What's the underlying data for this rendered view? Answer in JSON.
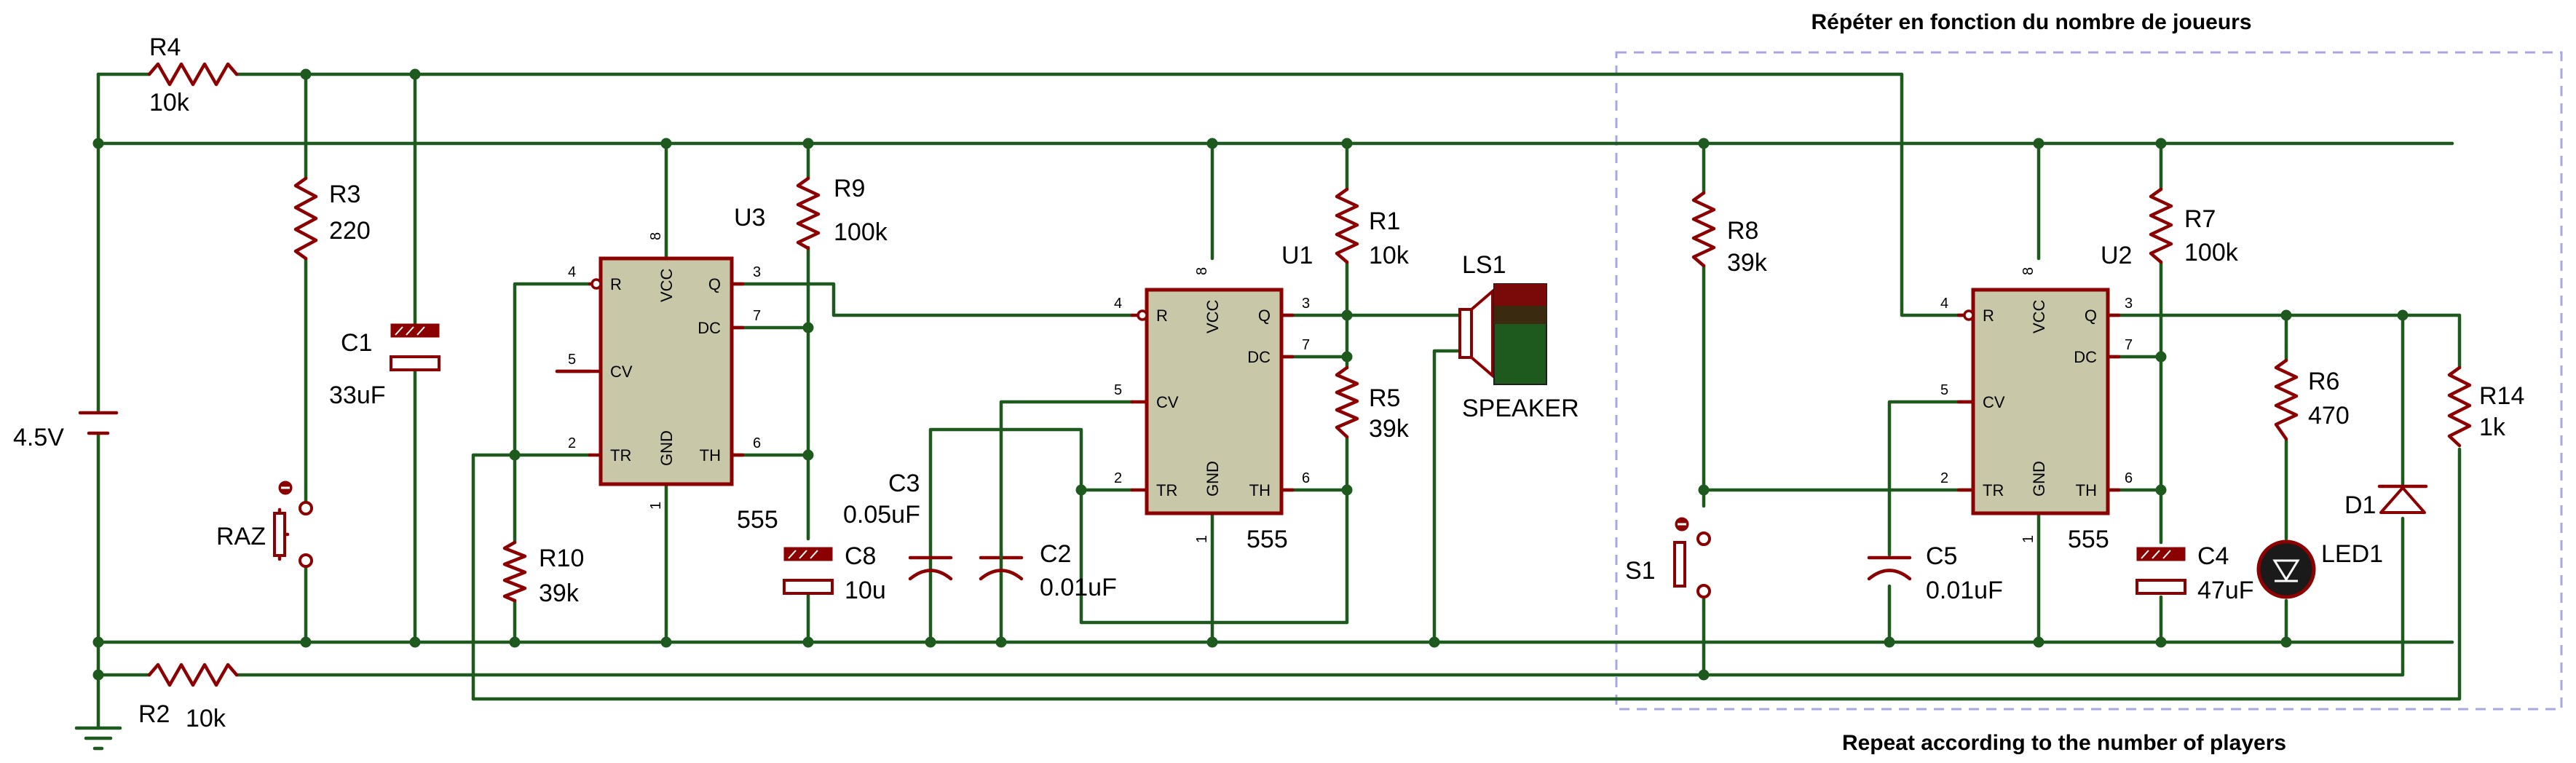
{
  "header": {
    "french": "Répéter en fonction du nombre de joueurs"
  },
  "footer": {
    "english": "Repeat according to the number of players"
  },
  "battery": {
    "value": "4.5V"
  },
  "resistors": {
    "r4": {
      "ref": "R4",
      "value": "10k"
    },
    "r3": {
      "ref": "R3",
      "value": "220"
    },
    "r2": {
      "ref": "R2",
      "value": "10k"
    },
    "r9": {
      "ref": "R9",
      "value": "100k"
    },
    "r10": {
      "ref": "R10",
      "value": "39k"
    },
    "r1": {
      "ref": "R1",
      "value": "10k"
    },
    "r5": {
      "ref": "R5",
      "value": "39k"
    },
    "r8": {
      "ref": "R8",
      "value": "39k"
    },
    "r7": {
      "ref": "R7",
      "value": "100k"
    },
    "r6": {
      "ref": "R6",
      "value": "470"
    },
    "r14": {
      "ref": "R14",
      "value": "1k"
    }
  },
  "capacitors": {
    "c1": {
      "ref": "C1",
      "value": "33uF"
    },
    "c8": {
      "ref": "C8",
      "value": "10u"
    },
    "c3": {
      "ref": "C3",
      "value": "0.05uF"
    },
    "c2": {
      "ref": "C2",
      "value": "0.01uF"
    },
    "c5": {
      "ref": "C5",
      "value": "0.01uF"
    },
    "c4": {
      "ref": "C4",
      "value": "47uF"
    }
  },
  "switches": {
    "raz": {
      "ref": "RAZ"
    },
    "s1": {
      "ref": "S1"
    }
  },
  "speaker": {
    "ref": "LS1",
    "label": "SPEAKER"
  },
  "led": {
    "ref": "LED1"
  },
  "diode": {
    "ref": "D1"
  },
  "timers": {
    "u3": {
      "ref": "U3",
      "part": "555"
    },
    "u1": {
      "ref": "U1",
      "part": "555"
    },
    "u2": {
      "ref": "U2",
      "part": "555"
    }
  },
  "pin_labels": {
    "r": "R",
    "vcc": "VCC",
    "q": "Q",
    "dc": "DC",
    "cv": "CV",
    "tr": "TR",
    "gnd": "GND",
    "th": "TH",
    "n4": "4",
    "n8": "8",
    "n3": "3",
    "n7": "7",
    "n5": "5",
    "n2": "2",
    "n6": "6",
    "n1": "1"
  },
  "colors": {
    "wire": "#1e5a1e",
    "component": "#8b0000",
    "chip_body": "#c8c8a8",
    "region_border": "#a8a8e0"
  }
}
